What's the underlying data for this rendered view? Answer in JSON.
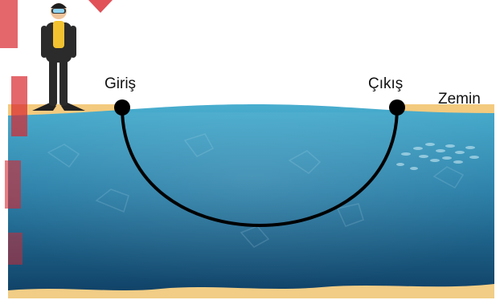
{
  "labels": {
    "entry": "Giriş",
    "exit": "Çıkış",
    "floor": "Zemin"
  },
  "colors": {
    "ground": "#f3ca7e",
    "water_top": "#3d9fc2",
    "water_bottom": "#0f3e63",
    "path": "#000000",
    "watermark": "#d9262e"
  },
  "icons": {
    "diver": "scuba-diver-icon",
    "fish": "fish-school-icon"
  }
}
